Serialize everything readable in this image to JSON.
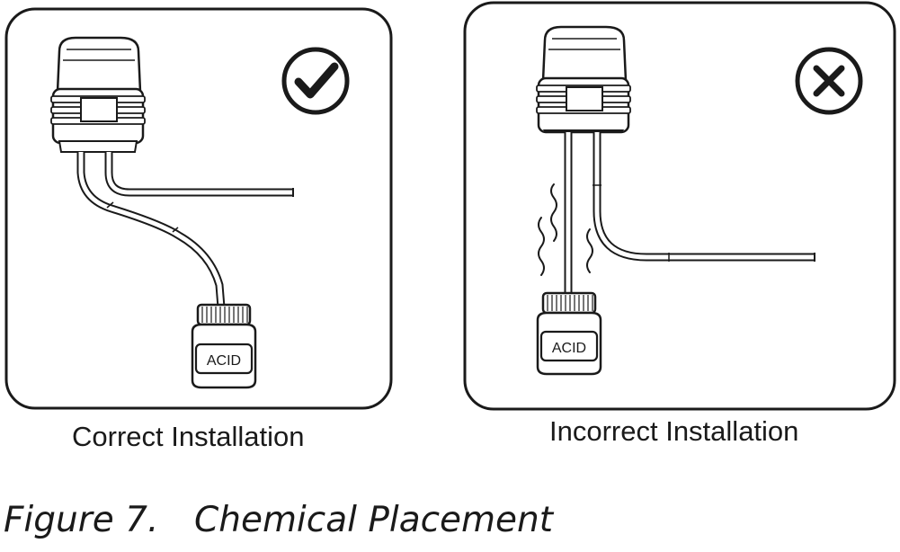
{
  "panels": [
    {
      "caption": "Correct Installation",
      "bottle_label": "ACID",
      "status_icon": "check-circle-icon"
    },
    {
      "caption": "Incorrect Installation",
      "bottle_label": "ACID",
      "status_icon": "x-circle-icon"
    }
  ],
  "figure": {
    "number": "Figure 7.",
    "title": "Chemical Placement"
  }
}
